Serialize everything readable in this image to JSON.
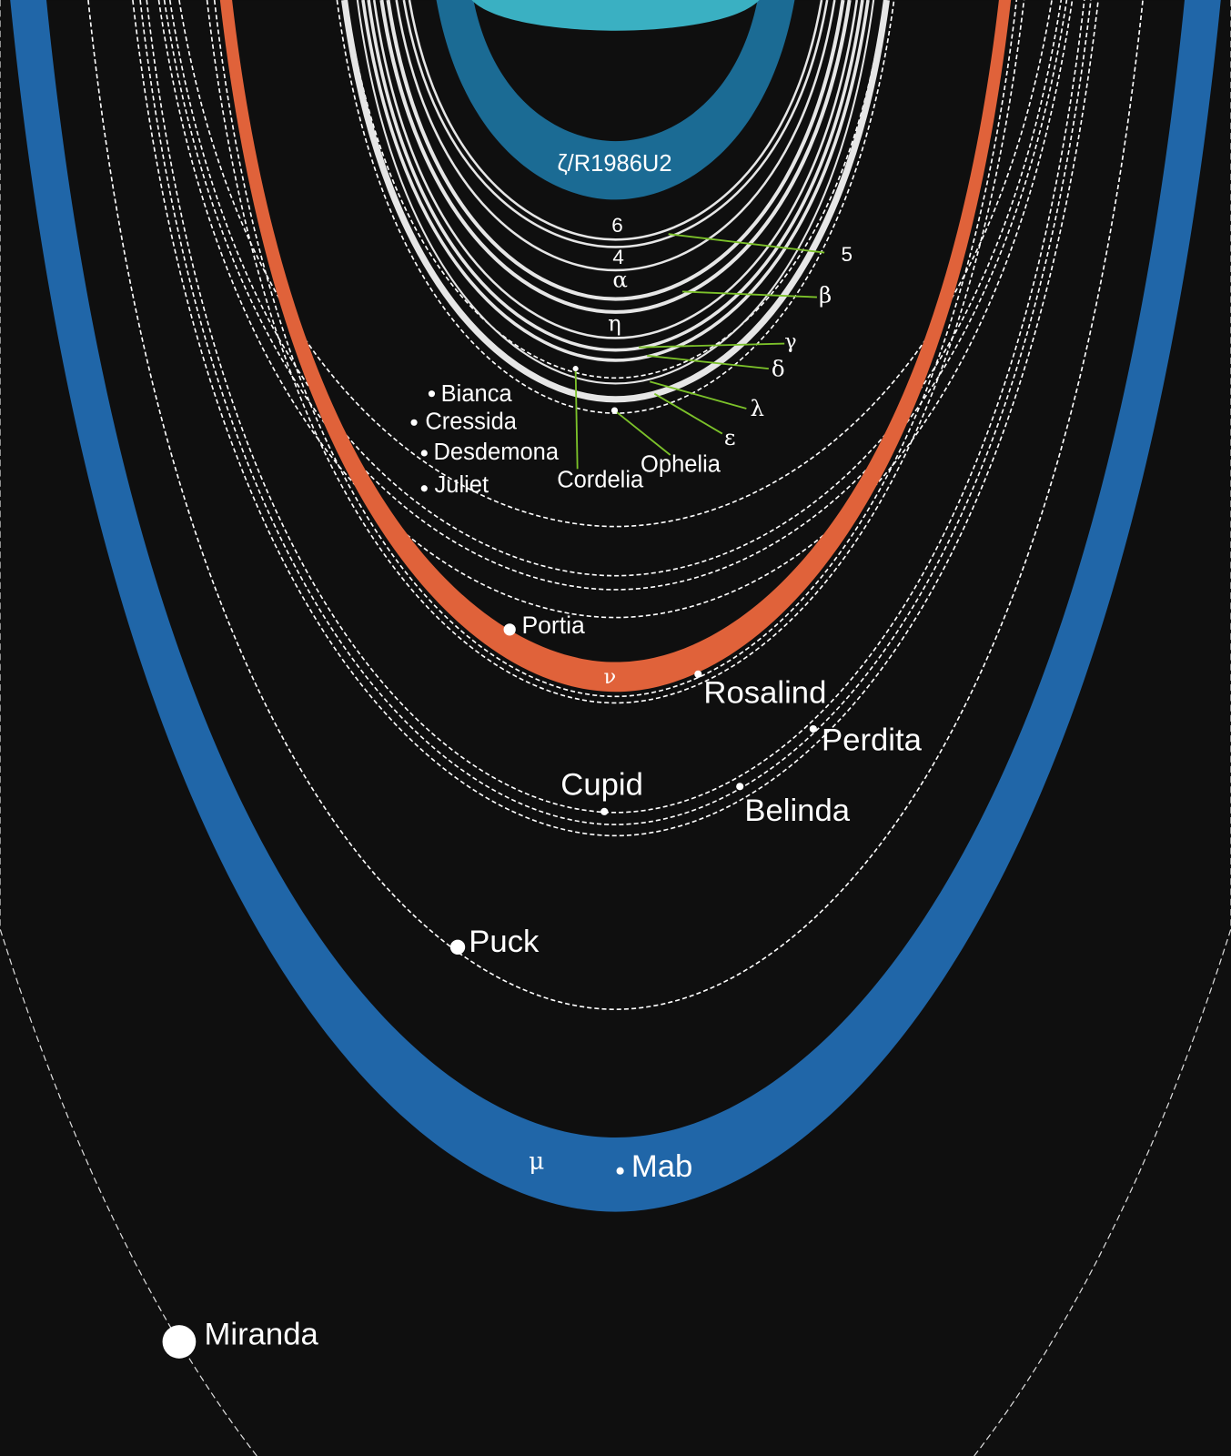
{
  "colors": {
    "background": "#0f0f0f",
    "planet": "#3ab0c2",
    "zeta_ring": "#1b6b94",
    "nu_ring": "#e0623a",
    "mu_ring": "#2066a8",
    "narrow_rings": "#e6e6e6",
    "orbits": "#ffffff",
    "leader_lines": "#7cc22a"
  },
  "rings": {
    "zeta": "ζ/R1986U2",
    "r6": "6",
    "r5": "5",
    "r4": "4",
    "alpha": "α",
    "beta": "β",
    "eta": "η",
    "gamma": "γ",
    "delta": "δ",
    "lambda": "λ",
    "epsilon": "ε",
    "nu": "ν",
    "mu": "μ"
  },
  "moons": {
    "cordelia": "Cordelia",
    "ophelia": "Ophelia",
    "bianca": "Bianca",
    "cressida": "Cressida",
    "desdemona": "Desdemona",
    "juliet": "Juliet",
    "portia": "Portia",
    "rosalind": "Rosalind",
    "cupid": "Cupid",
    "belinda": "Belinda",
    "perdita": "Perdita",
    "puck": "Puck",
    "mab": "Mab",
    "miranda": "Miranda"
  }
}
